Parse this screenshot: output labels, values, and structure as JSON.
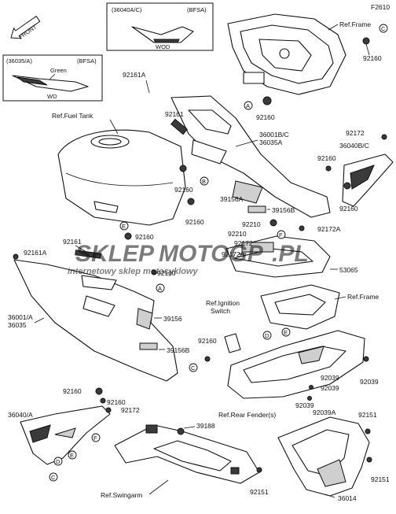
{
  "diagram_id": "F2610",
  "inset_top": {
    "title": "(36040A/C)",
    "variant": "(BFSA)",
    "color": "WOD"
  },
  "inset_left": {
    "title": "(36035/A)",
    "variant": "(BFSA)",
    "color_name": "Green",
    "color": "WD"
  },
  "front_label": "FRONT",
  "refs": {
    "frame_top": "Ref.Frame",
    "fuel_tank": "Ref.Fuel Tank",
    "frame_mid": "Ref.Frame",
    "ignition_line1": "Ref.Ignition",
    "ignition_line2": "Switch",
    "rear_fender": "Ref.Rear Fender(s)",
    "swingarm": "Ref.Swingarm"
  },
  "callouts": [
    "A",
    "B",
    "C",
    "D",
    "E",
    "F"
  ],
  "parts": {
    "p92161A": "92161A",
    "p92161": "92161",
    "p36001BC": "36001B/C",
    "p36035A": "36035A",
    "p92160": "92160",
    "p92172": "92172",
    "p36040BC": "36040B/C",
    "p39156A": "39156A",
    "p39156B": "39156B",
    "p92210": "92210",
    "p92172A": "92172A",
    "p53065": "53065",
    "p36001A": "36001/A",
    "p36035": "36035",
    "p39156": "39156",
    "p92039": "92039",
    "p92039A": "92039A",
    "p36040A": "36040/A",
    "p39188": "39188",
    "p92151": "92151",
    "p36014": "36014"
  },
  "watermark": {
    "brand_a": "SKLEP",
    "brand_b": "MOTOGP",
    "brand_c": ".PL",
    "tagline": "internetowy sklep motocyklowy"
  }
}
